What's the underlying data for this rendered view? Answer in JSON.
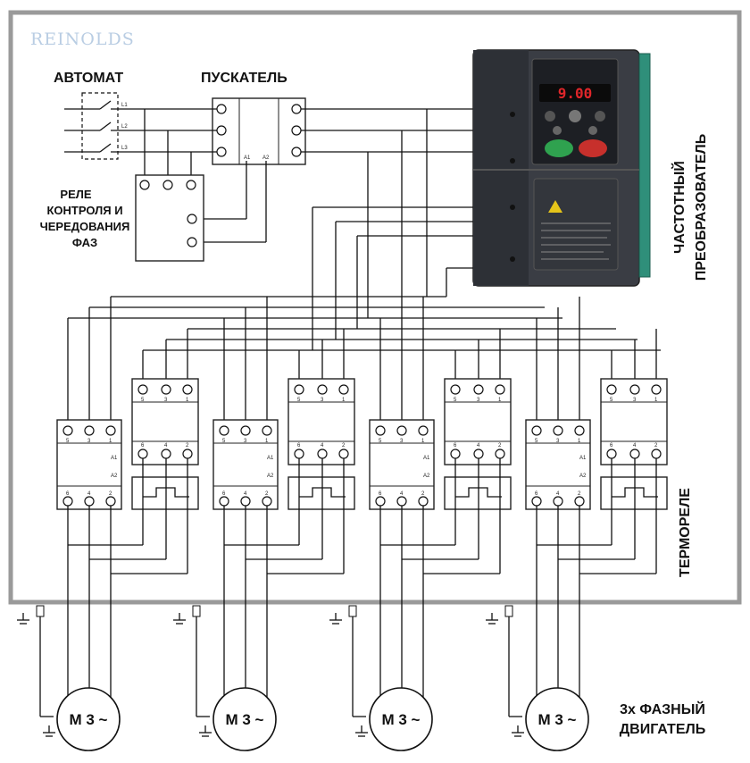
{
  "brand": "REINOLDS",
  "labels": {
    "breaker": "АВТОМАТ",
    "starter": "ПУСКАТЕЛЬ",
    "relay_line1": "РЕЛЕ",
    "relay_line2": "КОНТРОЛЯ И",
    "relay_line3": "ЧЕРЕДОВАНИЯ",
    "relay_line4": "ФАЗ",
    "converter_line1": "ЧАСТОТНЫЙ",
    "converter_line2": "ПРЕОБРАЗОВАТЕЛЬ",
    "thermal_relay": "ТЕРМОРЕЛЕ",
    "motor_line1": "3х ФАЗНЫЙ",
    "motor_line2": "ДВИГАТЕЛЬ"
  },
  "breaker_terminals": [
    "L1",
    "L2",
    "L3"
  ],
  "coil_terminals": [
    "A1",
    "A2"
  ],
  "contactor_top_terminals": [
    "5",
    "3",
    "1"
  ],
  "contactor_bottom_terminals": [
    "6",
    "4",
    "2"
  ],
  "vfd_display": "9.00",
  "motor_label": "M 3 ~",
  "motor_count": 4,
  "colors": {
    "frame": "#9a9a9a",
    "vfd_body": "#3a3d44",
    "vfd_accent": "#2f8f7a",
    "display": "#e0262a"
  }
}
